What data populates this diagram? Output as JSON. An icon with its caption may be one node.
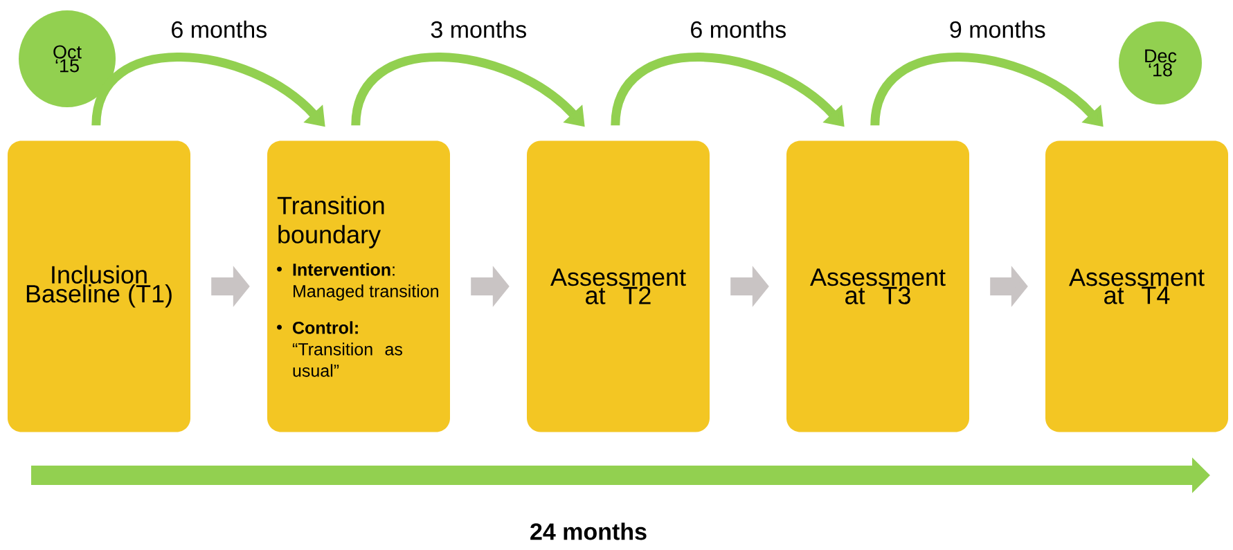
{
  "diagram": {
    "nodes": [
      {
        "text": [
          "Oct ‘15"
        ]
      },
      {
        "text": [
          "Dec ‘18"
        ]
      },
      {
        "text": [
          "Inclusion Baseline (T1)"
        ]
      },
      {
        "text": [
          "Transition boundary",
          "**Intervention**: Managed transition",
          "**Control:** “Transition as usual”"
        ]
      },
      {
        "text": [
          "Assessment at T2"
        ]
      },
      {
        "text": [
          "Assessment at T3"
        ]
      },
      {
        "text": [
          "Assessment at T4"
        ]
      }
    ],
    "edges": [
      {
        "from": 2,
        "to": 3,
        "arrow": "to",
        "label": "6 months",
        "color": "#92d050"
      },
      {
        "from": 3,
        "to": 4,
        "arrow": "to",
        "label": "3 months",
        "color": "#92d050"
      },
      {
        "from": 4,
        "to": 5,
        "arrow": "to",
        "label": "6 months",
        "color": "#92d050"
      },
      {
        "from": 5,
        "to": 6,
        "arrow": "to",
        "label": "9 months",
        "color": "#92d050"
      },
      {
        "from": 2,
        "to": 3,
        "arrow": "to",
        "style": "thick",
        "color": "#c9c4c4"
      },
      {
        "from": 3,
        "to": 4,
        "arrow": "to",
        "style": "thick",
        "color": "#c9c4c4"
      },
      {
        "from": 4,
        "to": 5,
        "arrow": "to",
        "style": "thick",
        "color": "#c9c4c4"
      },
      {
        "from": 5,
        "to": 6,
        "arrow": "to",
        "style": "thick",
        "color": "#c9c4c4"
      }
    ],
    "labels": [
      "24 months"
    ]
  }
}
